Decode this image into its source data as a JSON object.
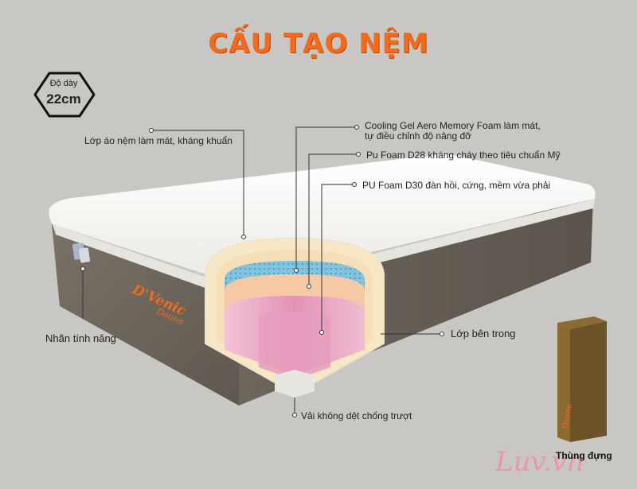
{
  "title": "CẤU TẠO NỆM",
  "badge": {
    "label": "Độ dày",
    "value": "22cm"
  },
  "labels": {
    "cover": "Lớp áo nệm làm mát, kháng khuẩn",
    "cooling_line1": "Cooling Gel Aero Memory Foam làm mát,",
    "cooling_line2": "tự điều chỉnh độ nâng đỡ",
    "pu_d28": "Pu Foam D28 kháng cháy theo tiêu chuẩn Mỹ",
    "pu_d30": "PU Foam D30 đàn hồi, cứng, mềm vừa phải",
    "feature_tag": "Nhãn tính năng",
    "inner_layer": "Lớp bên trong",
    "non_slip": "Vải không dệt chống trượt",
    "box": "Thùng đựng"
  },
  "brand": {
    "logo": "D'Venic",
    "sub": "Doona"
  },
  "watermark": "Luv.vn",
  "colors": {
    "background": "#c9c7c3",
    "title": "#f26b1d",
    "mattress_top": "#f4f3ee",
    "mattress_side": "#6d665d",
    "layer_blue": "#7fc3df",
    "layer_peach": "#f5c9a4",
    "layer_cream": "#f7e3b8",
    "layer_pink": "#e8a0bf",
    "box_brown": "#6b5227"
  },
  "icons": [
    "hexagon-badge-icon",
    "label-tag-icon"
  ]
}
